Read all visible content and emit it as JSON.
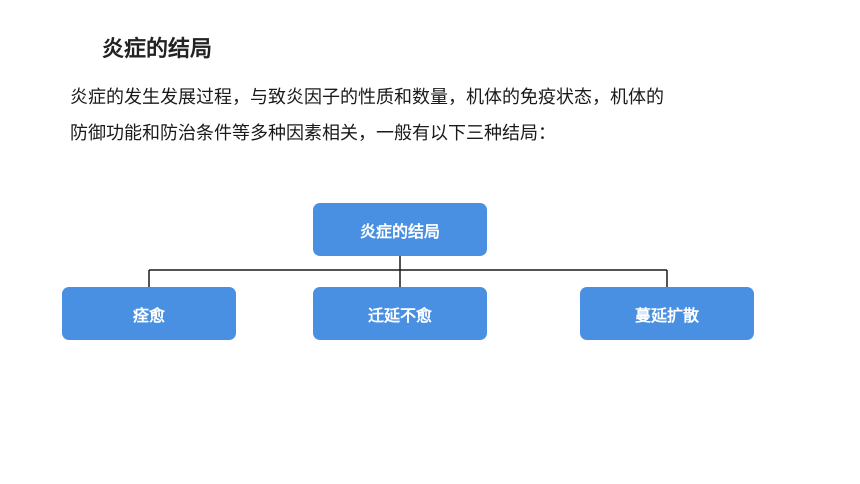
{
  "title": "炎症的结局",
  "paragraph": {
    "line1": "炎症的发生发展过程，与致炎因子的性质和数量，机体的免疫状态，机体的",
    "line2": "防御功能和防治条件等多种因素相关，一般有以下三种结局："
  },
  "diagram": {
    "root": "炎症的结局",
    "children": [
      "痊愈",
      "迁延不愈",
      "蔓延扩散"
    ],
    "node_color": "#4a90e2",
    "line_color": "#1a1a1a"
  }
}
